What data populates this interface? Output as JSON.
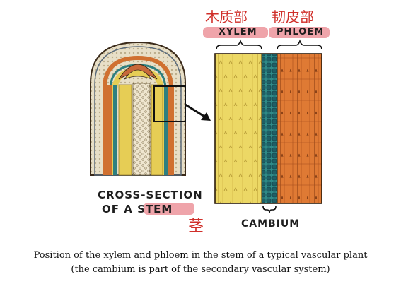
{
  "annotations": {
    "xylem_cn": "木质部",
    "phloem_cn": "韧皮部",
    "stem_cn": "茎"
  },
  "labels": {
    "xylem": "XYLEM",
    "phloem": "PHLOEM",
    "cross_section_line1": "CROSS-SECTION",
    "cross_section_line2_prefix": "OF A ",
    "stem": "STEM",
    "cambium": "CAMBIUM"
  },
  "caption": {
    "line1": "Position of the xylem and phloem in the stem of a typical vascular plant",
    "line2": "(the cambium is part of the secondary vascular system)"
  },
  "colors": {
    "xylem": "#e9d25a",
    "cambium": "#2e8a86",
    "phloem": "#e07a32",
    "highlight": "#e15a64",
    "annotation_text": "#d02f2a"
  }
}
